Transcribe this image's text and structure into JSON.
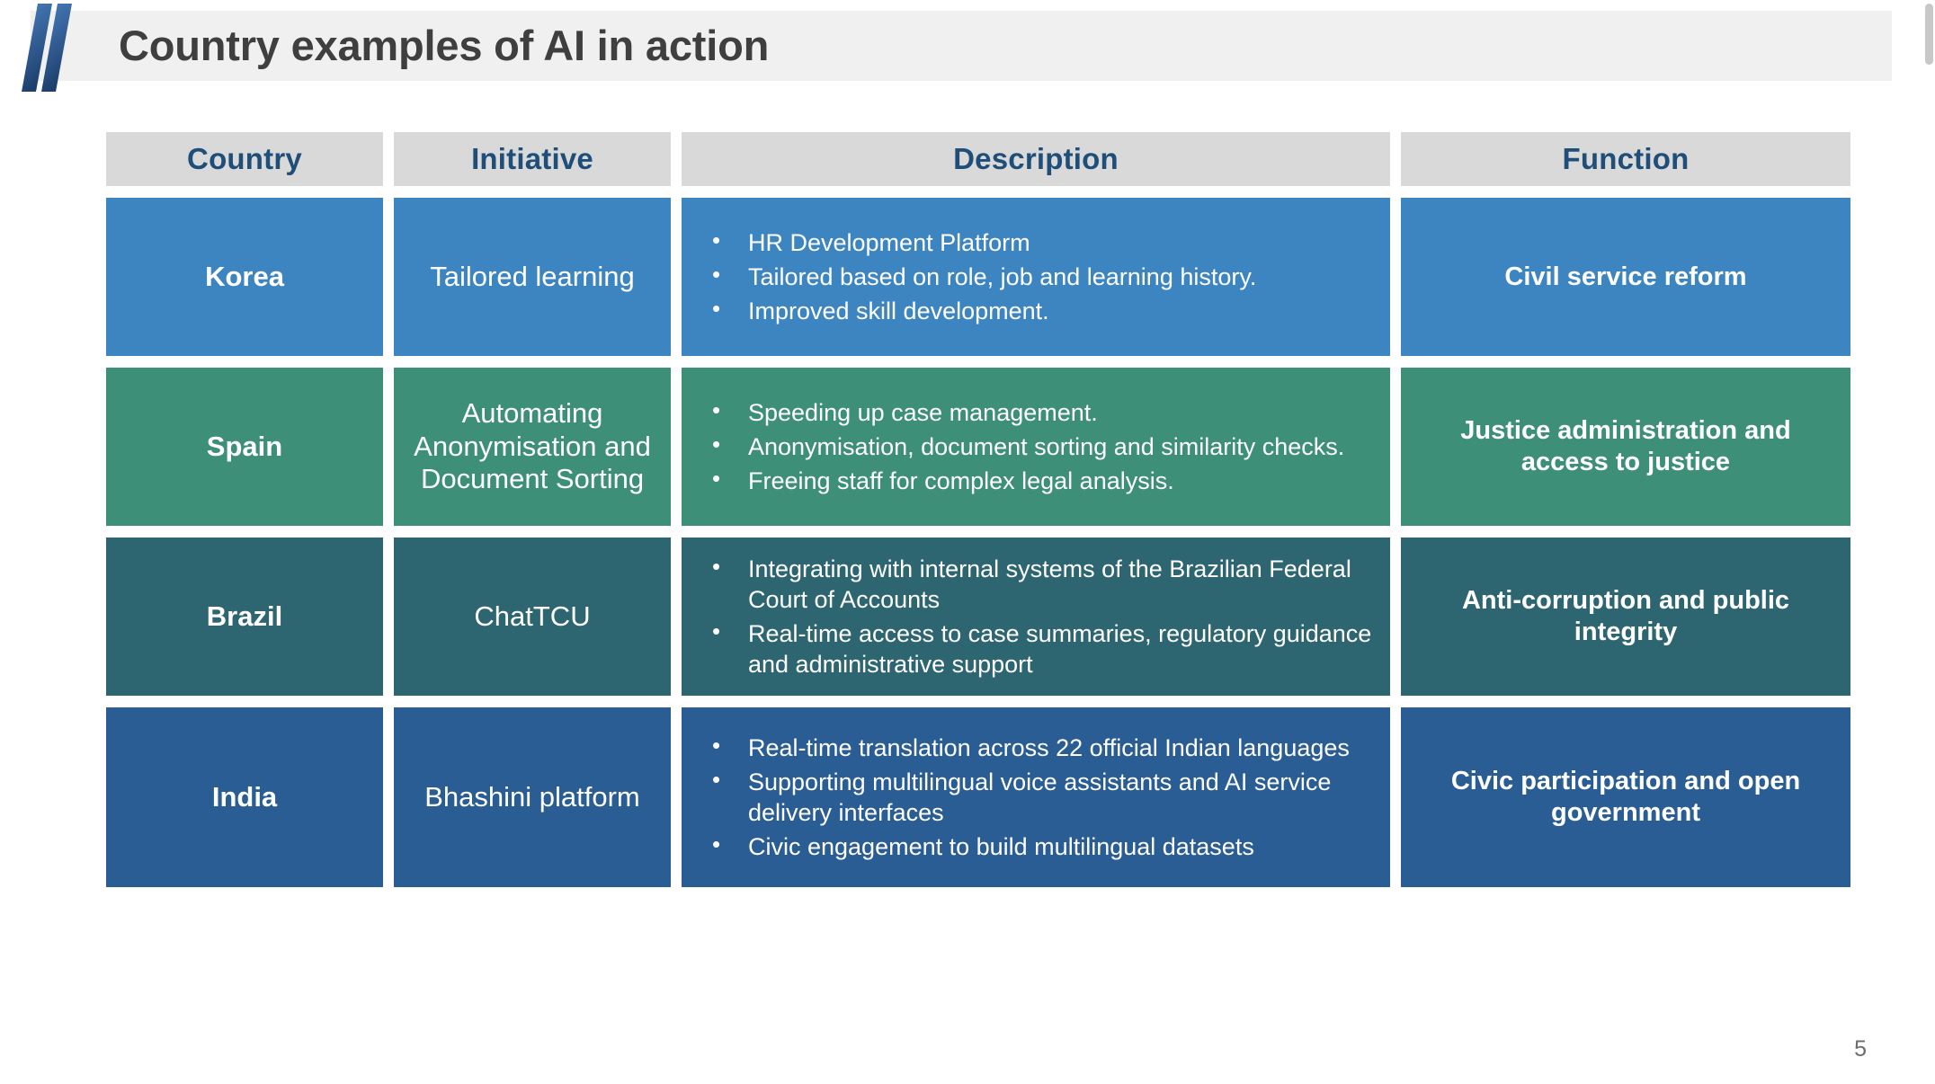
{
  "header": {
    "title": "Country examples of AI in action",
    "logo_icon": "double-chevron-logo",
    "title_bar_bg": "#f0f0f0",
    "title_color": "#3f3f3f"
  },
  "table": {
    "columns": [
      "Country",
      "Initiative",
      "Description",
      "Function"
    ],
    "header_bg": "#d9d9d9",
    "header_text_color": "#1f4e79",
    "rows": [
      {
        "country": "Korea",
        "initiative": "Tailored learning",
        "description": [
          "HR Development Platform",
          "Tailored based on role, job and learning history.",
          "Improved skill development."
        ],
        "function": "Civil service reform",
        "color": "#3d85c0"
      },
      {
        "country": "Spain",
        "initiative": "Automating Anonymisation and Document Sorting",
        "description": [
          "Speeding up case management.",
          "Anonymisation, document sorting and similarity checks.",
          "Freeing staff for complex legal analysis."
        ],
        "function": "Justice administration and access to justice",
        "color": "#3e8f78"
      },
      {
        "country": "Brazil",
        "initiative": "ChatTCU",
        "description": [
          "Integrating with internal systems of the Brazilian Federal Court of Accounts",
          "Real-time access to case summaries, regulatory guidance and administrative support"
        ],
        "function": "Anti-corruption and public integrity",
        "color": "#2d6570"
      },
      {
        "country": "India",
        "initiative": "Bhashini platform",
        "description": [
          "Real-time translation across 22 official Indian languages",
          "Supporting multilingual voice assistants and AI service delivery interfaces",
          "Civic engagement to build multilingual datasets"
        ],
        "function": "Civic participation and open government",
        "color": "#2a5d93"
      }
    ]
  },
  "footer": {
    "page_number": "5"
  }
}
